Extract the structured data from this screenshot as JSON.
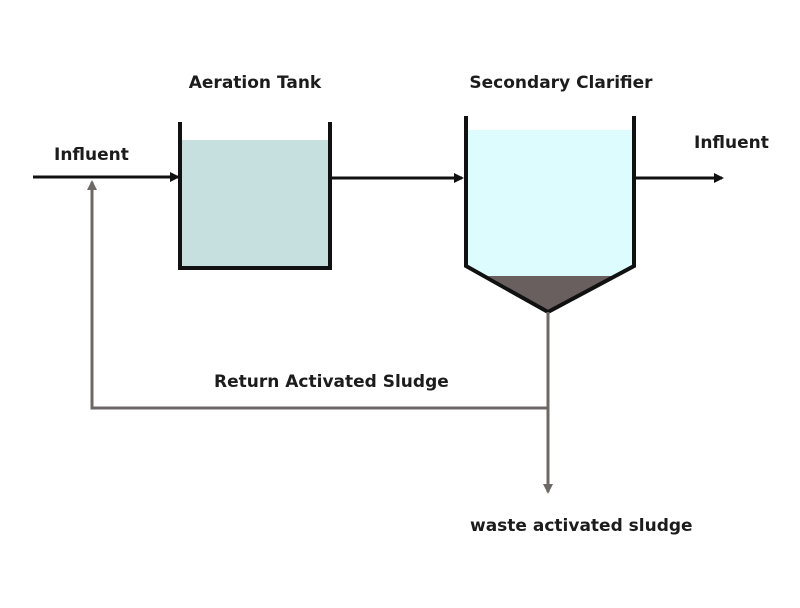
{
  "labels": {
    "aeration_tank": "Aeration Tank",
    "secondary_clarifier": "Secondary Clarifier",
    "influent_in": "Influent",
    "influent_out": "Influent",
    "return_sludge": "Return Activated Sludge",
    "waste_sludge": "waste activated sludge"
  },
  "colors": {
    "background": "#ffffff",
    "main_line": "#111111",
    "sludge_line": "#6e6767",
    "aeration_fill": "#c6dfdf",
    "clarifier_fill": "#dcfcfd",
    "sludge_fill": "#6a5f5f"
  }
}
